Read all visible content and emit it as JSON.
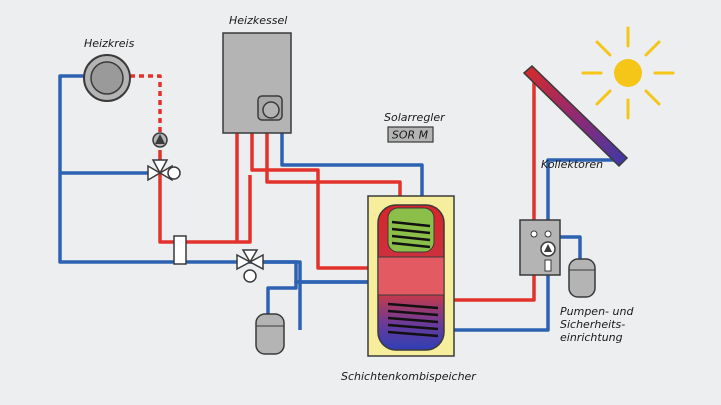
{
  "labels": {
    "heizkreis": "Heizkreis",
    "heizkessel": "Heizkessel",
    "solarregler": "Solarregler",
    "sor_m": "SOR M",
    "kollektoren": "Kollektoren",
    "pumpen_line1": "Pumpen- und",
    "pumpen_line2": "Sicherheits-",
    "pumpen_line3": "einrichtung",
    "speicher": "Schichtenkombispeicher"
  },
  "colors": {
    "background": "#eceef0",
    "hot_pipe": "#e2322b",
    "cold_pipe": "#2d62b3",
    "unit_gray": "#b4b4b4",
    "outline": "#3a3a3a",
    "tank_outer": "#f6ee9c",
    "sun": "#f5c518"
  },
  "icons": [
    "radiator-icon",
    "pump-icon",
    "three-way-valve-icon",
    "expansion-vessel-icon",
    "sun-icon",
    "heat-exchanger-coil-icon"
  ]
}
